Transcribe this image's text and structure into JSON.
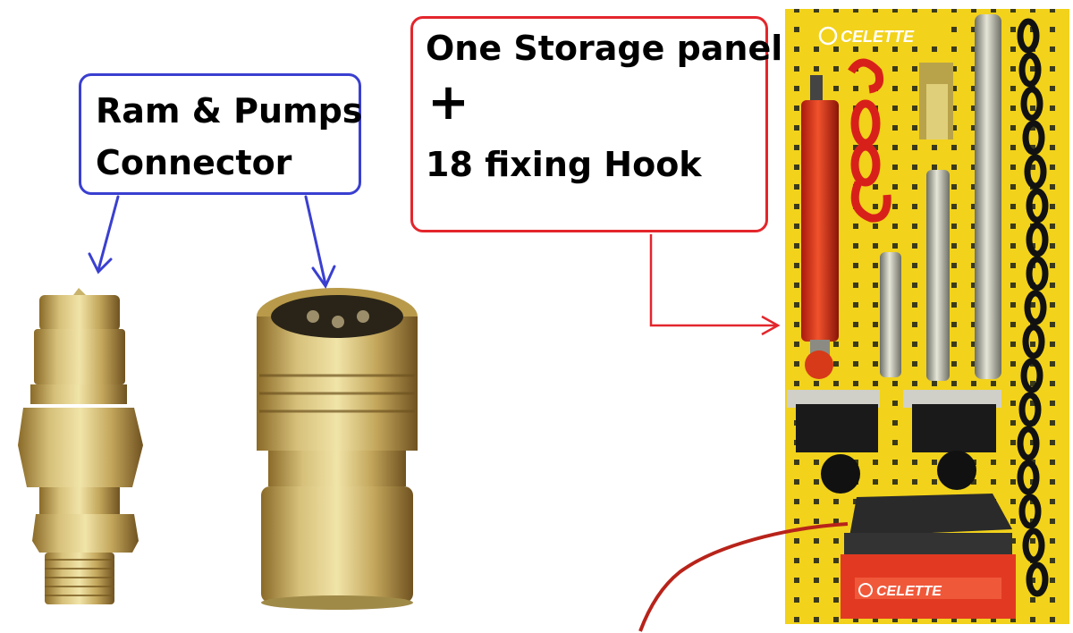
{
  "callout_connector": {
    "line1": "Ram & Pumps",
    "line2": "Connector"
  },
  "callout_panel": {
    "line1": "One Storage panel",
    "plus": "+",
    "line2": "18 fixing Hook"
  },
  "panel": {
    "brand_top": "CELETTE",
    "brand_pump": "CELETTE"
  },
  "colors": {
    "blue": "#3a3fd0",
    "red": "#e3262c",
    "panel_yellow": "#f2d21b"
  }
}
